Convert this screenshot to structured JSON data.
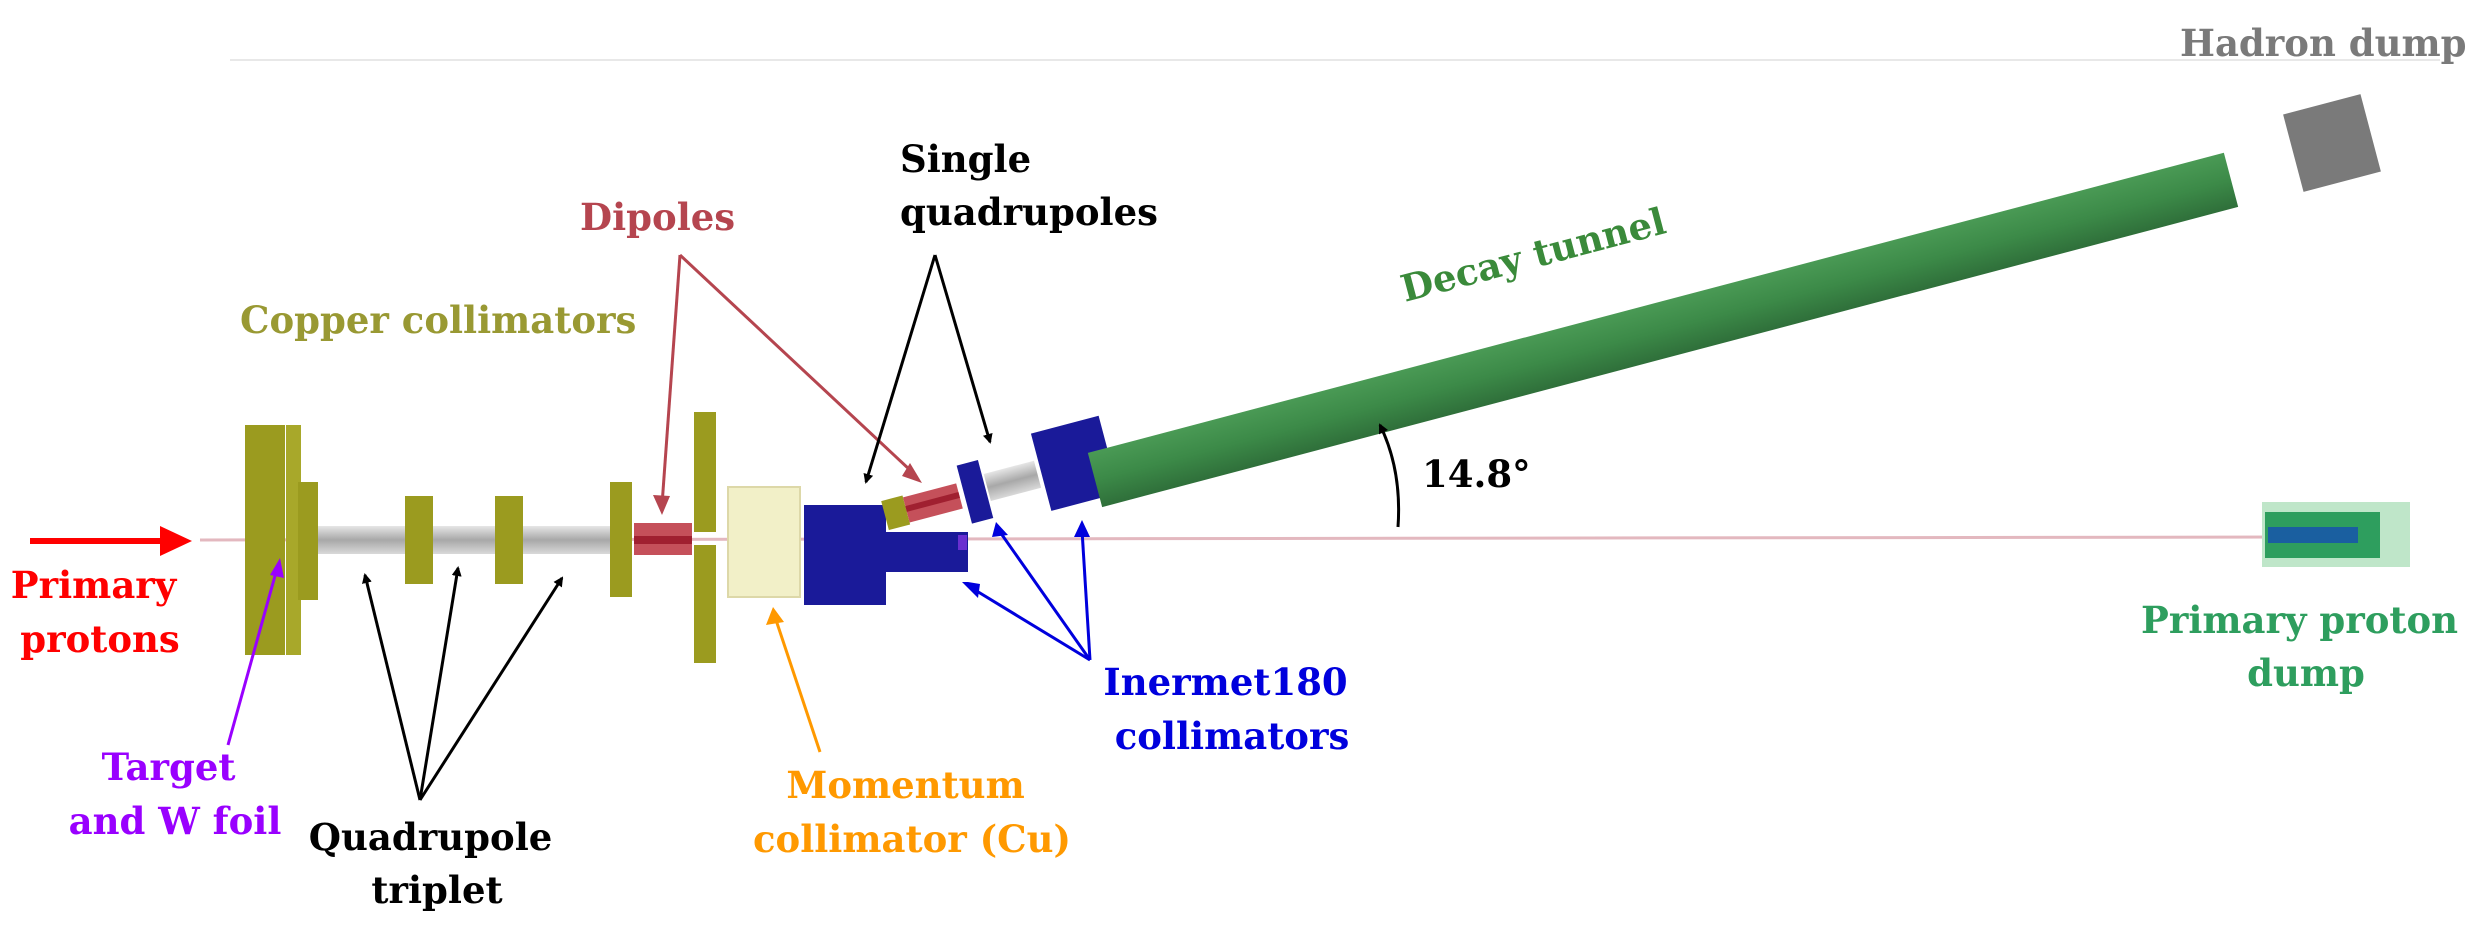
{
  "labels": {
    "primary_protons": [
      "Primary",
      "protons"
    ],
    "target": [
      "Target",
      "and W foil"
    ],
    "copper_collimators": "Copper collimators",
    "quadrupole_triplet": [
      "Quadrupole",
      "triplet"
    ],
    "dipoles": "Dipoles",
    "single_quadrupoles": [
      "Single",
      "quadrupoles"
    ],
    "momentum_collimator": [
      "Momentum",
      "collimator (Cu)"
    ],
    "inermet_collimators": [
      "Inermet180",
      "collimators"
    ],
    "decay_tunnel": "Decay tunnel",
    "angle": "14.8°",
    "hadron_dump": "Hadron dump",
    "proton_dump": [
      "Primary proton",
      "dump"
    ]
  },
  "colors": {
    "primary_protons": "#ff0000",
    "target": "#9900ff",
    "copper": "#9b9b1f",
    "copper_label": "#999933",
    "quad_arrow": "#000000",
    "dipole": "#b5454f",
    "momentum": "#ff9900",
    "inermet": "#0000dd",
    "inermet_block": "#1a1a99",
    "decay_tunnel": "#3f8f4a",
    "decay_label": "#3a8a3a",
    "hadron_dump": "#7a7a7a",
    "proton_dump": "#2e9e5e"
  }
}
